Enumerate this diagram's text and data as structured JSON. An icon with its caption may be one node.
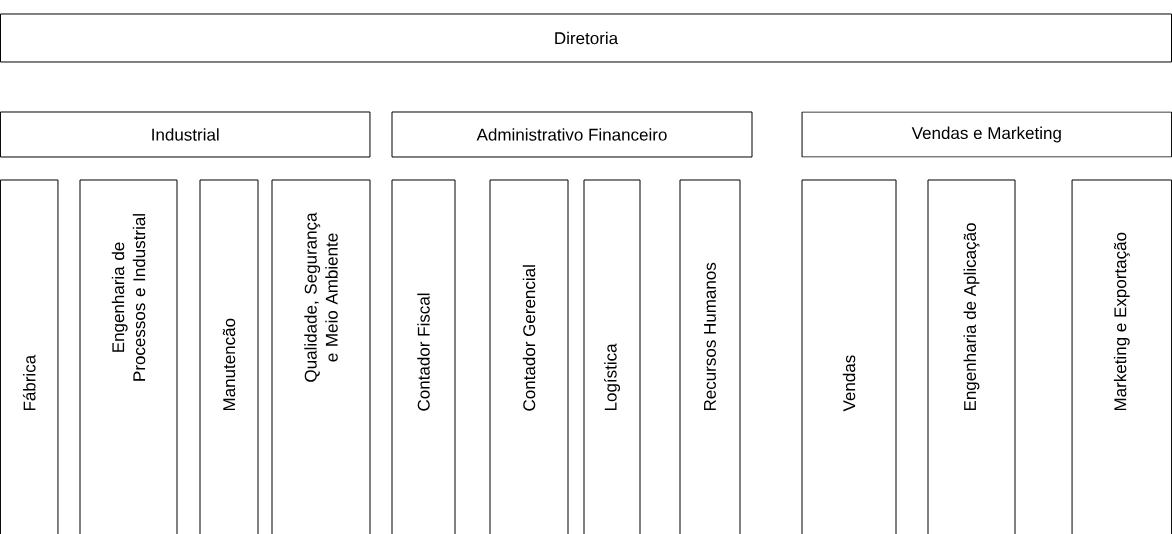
{
  "diagram": {
    "nodes": [
      {
        "text": [
          "Diretoria"
        ]
      },
      {
        "text": [
          "Industrial"
        ]
      },
      {
        "text": [
          "Administrativo Financeiro"
        ]
      },
      {
        "text": [
          "Vendas e Marketing"
        ]
      },
      {
        "text": [
          "Fábrica"
        ]
      },
      {
        "text": [
          "Engenharia de Processos e Industrial"
        ]
      },
      {
        "text": [
          "Manutencão"
        ]
      },
      {
        "text": [
          "Qualidade, Segurança e Meio Ambiente"
        ]
      },
      {
        "text": [
          "Contador Fiscal"
        ]
      },
      {
        "text": [
          "Contador Gerencial"
        ]
      },
      {
        "text": [
          "Logística"
        ]
      },
      {
        "text": [
          "Recursos Humanos"
        ]
      },
      {
        "text": [
          "Vendas"
        ]
      },
      {
        "text": [
          "Engenharia de Aplicação"
        ]
      },
      {
        "text": [
          "Marketing e Exportação"
        ]
      }
    ]
  }
}
